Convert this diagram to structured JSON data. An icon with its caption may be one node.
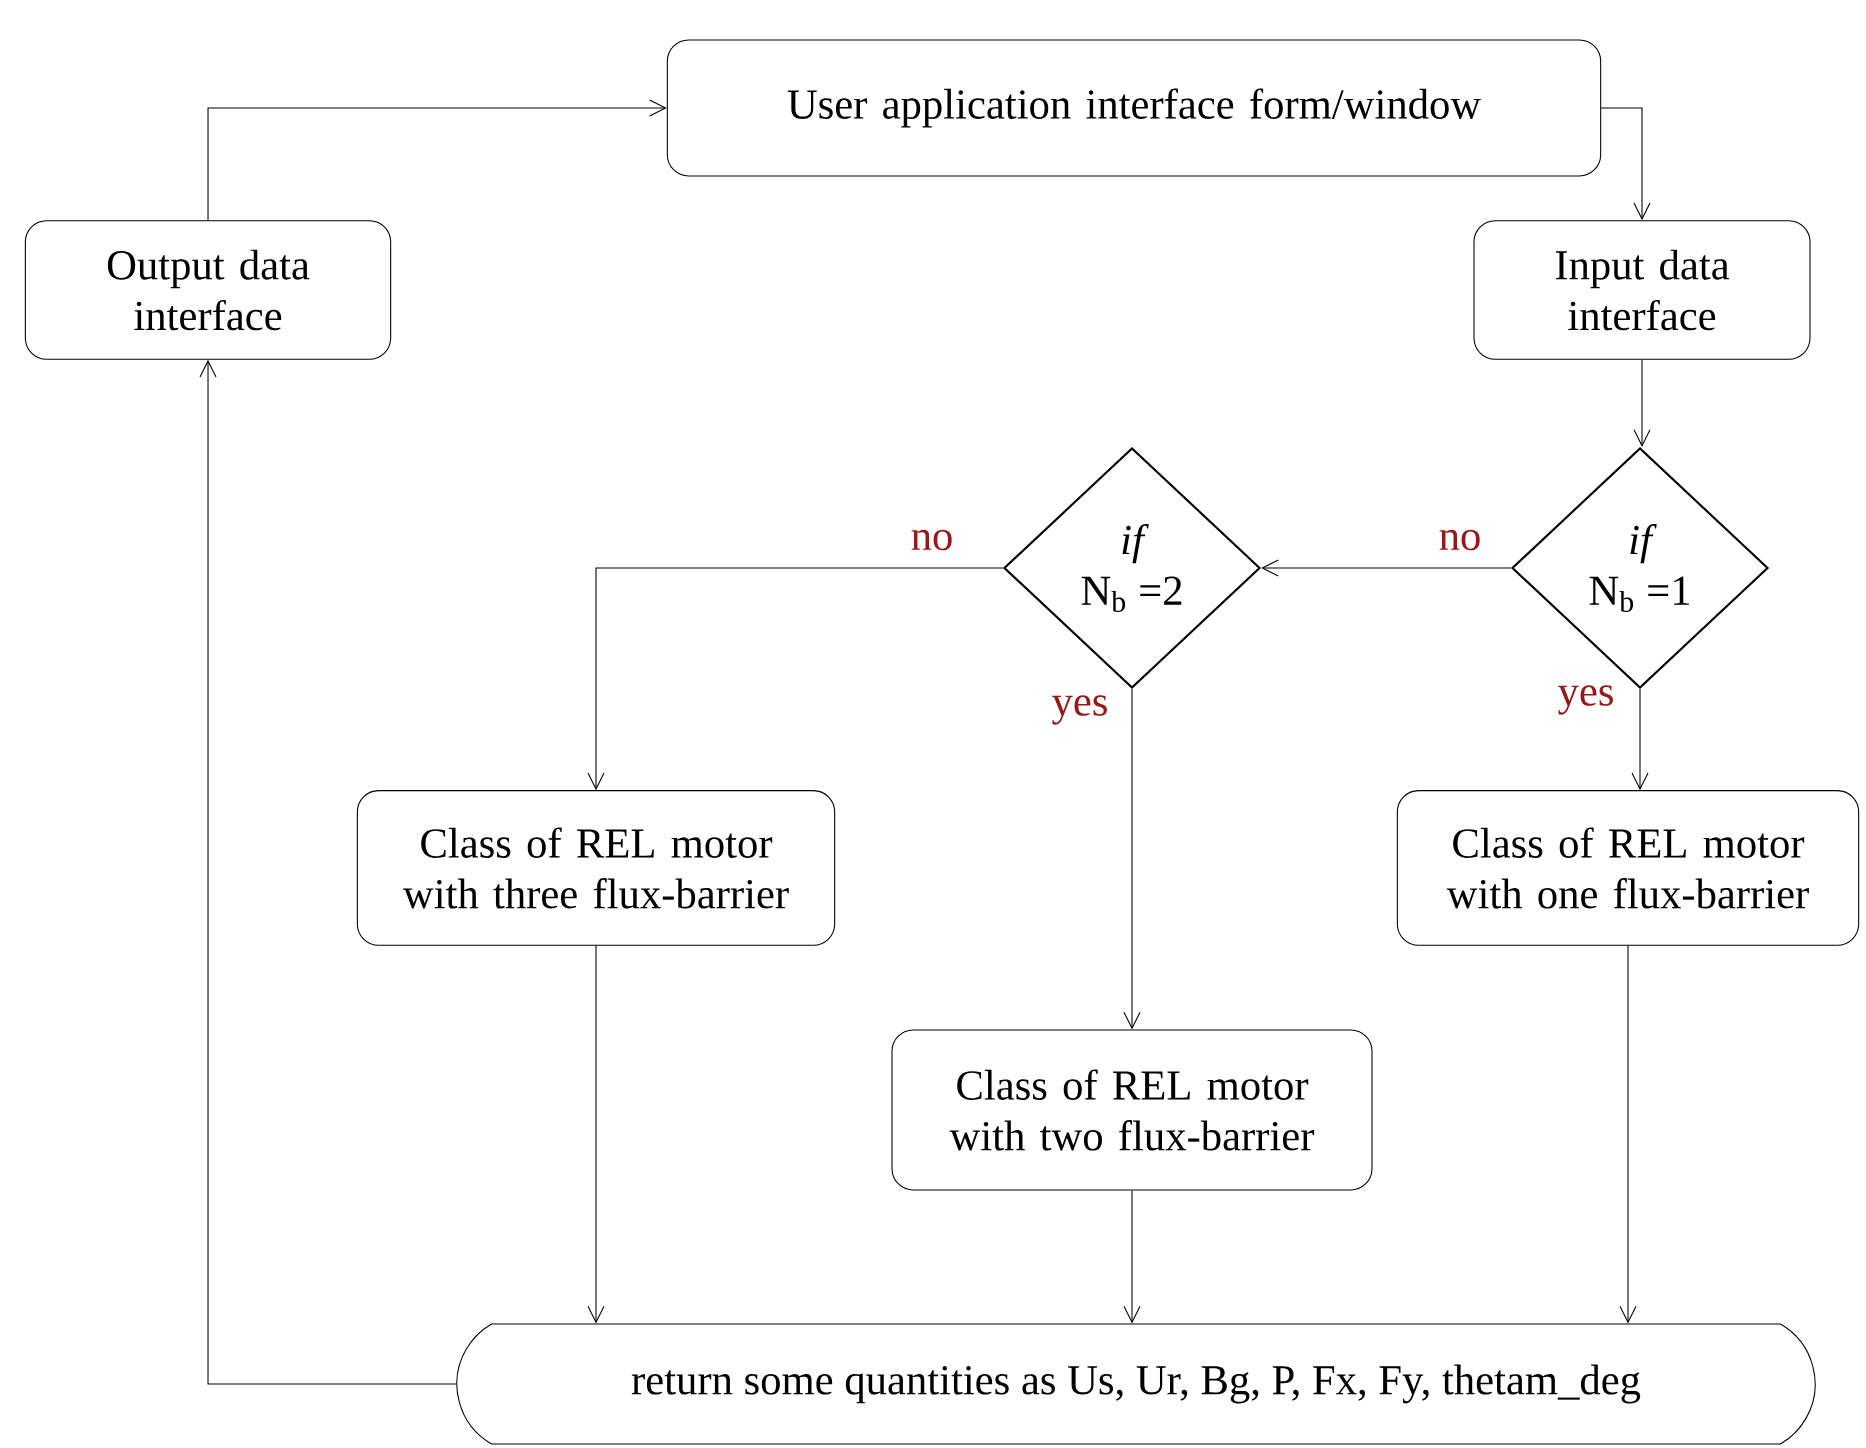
{
  "diagram": {
    "nodes": [
      {
        "text": [
          "User application interface form/window"
        ]
      },
      {
        "text": [
          "Input data interface"
        ]
      },
      {
        "text": [
          "Output data interface"
        ]
      },
      {
        "text": [
          "if",
          "N$_{b}$ =1"
        ]
      },
      {
        "text": [
          "if",
          "N$_{b}$ =2"
        ]
      },
      {
        "text": [
          "Class of REL motor with three flux-barrier"
        ]
      },
      {
        "text": [
          "Class of REL motor with one flux-barrier"
        ]
      },
      {
        "text": [
          "Class of REL motor with two flux-barrier"
        ]
      },
      {
        "text": [
          "return  some quantities as Us, Ur, Bg, P, Fx, Fy, thetam_deg"
        ]
      }
    ],
    "edges": [
      {
        "from": 0,
        "to": 1,
        "arrow": "to"
      },
      {
        "from": 1,
        "to": 3,
        "arrow": "to"
      },
      {
        "from": 3,
        "to": 4,
        "arrow": "to",
        "label": "no"
      },
      {
        "from": 4,
        "to": 5,
        "arrow": "to",
        "label": "no"
      },
      {
        "from": 4,
        "to": 7,
        "arrow": "to",
        "label": "yes"
      },
      {
        "from": 3,
        "to": 6,
        "arrow": "to",
        "label": "yes"
      },
      {
        "from": 5,
        "to": 8,
        "arrow": "to"
      },
      {
        "from": 7,
        "to": 8,
        "arrow": "to"
      },
      {
        "from": 6,
        "to": 8,
        "arrow": "to"
      },
      {
        "from": 8,
        "to": 2,
        "arrow": "to"
      },
      {
        "from": 2,
        "to": 0,
        "arrow": "to"
      }
    ]
  }
}
